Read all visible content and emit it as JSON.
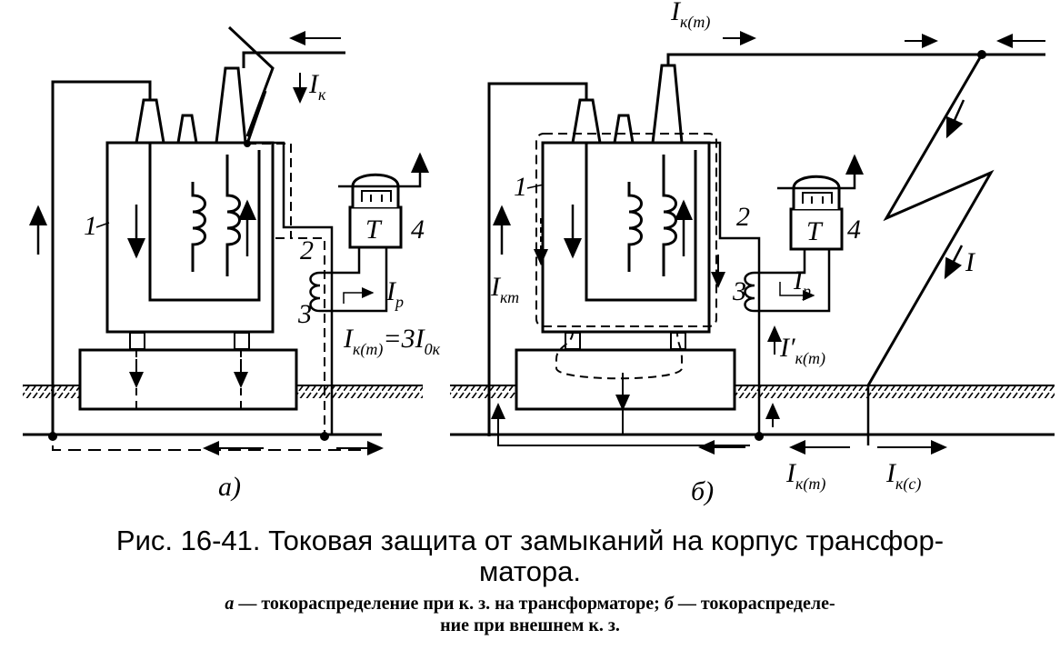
{
  "panel_a": {
    "panel_label": "а)",
    "item_1": "1",
    "item_2": "2",
    "item_3": "3",
    "item_4": "4",
    "relay_letter": "T",
    "fault_current": "I",
    "fault_current_sub": "к",
    "relay_current": "I",
    "relay_current_sub": "р",
    "zero_seq_eq": "I",
    "zero_seq_eq_sub": "к(т)",
    "zero_seq_eq_rhs": "=3I",
    "zero_seq_eq_rhs_sub": "0к"
  },
  "panel_b": {
    "panel_label": "б)",
    "item_1": "1",
    "item_2": "2",
    "item_3": "3",
    "item_4": "4",
    "relay_letter": "T",
    "line_current": "I",
    "line_current_sub": "к(т)",
    "tank_current": "I",
    "tank_current_sub": "кт",
    "relay_current": "I",
    "relay_current_sub": "р",
    "prime_current": "I′",
    "prime_current_sub": "к(т)",
    "ground_current_t": "I",
    "ground_current_t_sub": "к(т)",
    "ground_current_c": "I",
    "ground_current_c_sub": "к(с)",
    "fault_current": "I"
  },
  "caption": {
    "number": "Рис. 16-41.",
    "title": "Токовая защита от замыканий на корпус трансфор-",
    "title_cont": "матора.",
    "a_letter": "а",
    "a_text": " — токораспределение при к. з. на трансформаторе; ",
    "b_letter": "б",
    "b_text": " — токораспределе-",
    "b_text_cont": "ние при внешнем к. з."
  }
}
